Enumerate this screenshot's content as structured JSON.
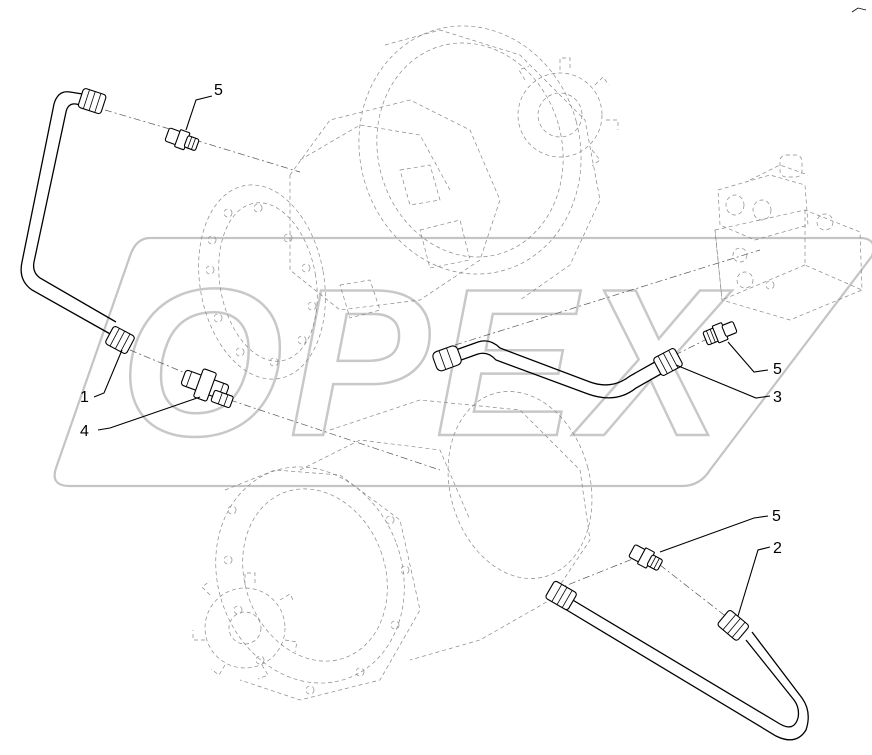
{
  "diagram": {
    "watermark": "OPEX",
    "callouts": [
      {
        "id": "c1",
        "label": "1"
      },
      {
        "id": "c2",
        "label": "2"
      },
      {
        "id": "c3",
        "label": "3"
      },
      {
        "id": "c4",
        "label": "4"
      },
      {
        "id": "c5a",
        "label": "5"
      },
      {
        "id": "c5b",
        "label": "5"
      },
      {
        "id": "c5c",
        "label": "5"
      }
    ]
  }
}
